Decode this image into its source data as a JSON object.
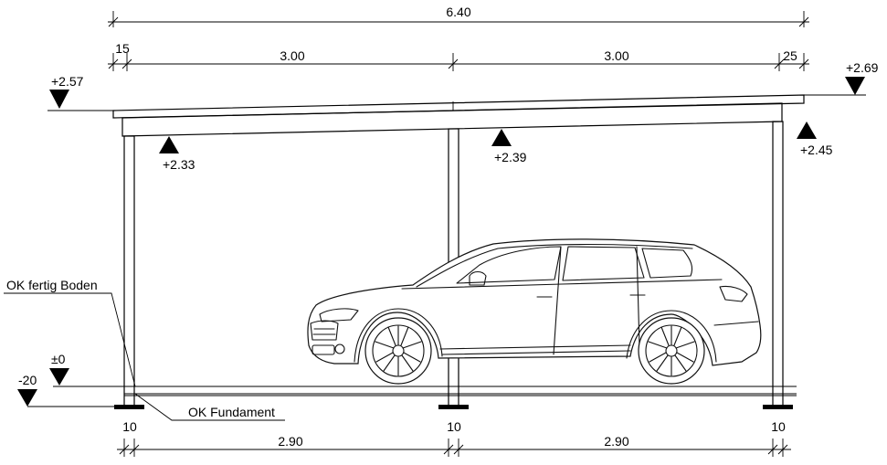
{
  "dimensions": {
    "overall": "6.40",
    "left_overhang": "15",
    "bay_left": "3.00",
    "bay_right": "3.00",
    "right_overhang": "25",
    "bottom_post_left": "10",
    "bottom_post_mid": "10",
    "bottom_post_right": "10",
    "bottom_bay_left": "2.90",
    "bottom_bay_right": "2.90"
  },
  "levels": {
    "roof_left": "+2.57",
    "roof_right": "+2.69",
    "beam_left": "+2.33",
    "beam_mid": "+2.39",
    "beam_right": "+2.45",
    "floor": "±0",
    "foundation": "-20"
  },
  "labels": {
    "floor_label": "OK fertig Boden",
    "foundation_label": "OK Fundament"
  }
}
